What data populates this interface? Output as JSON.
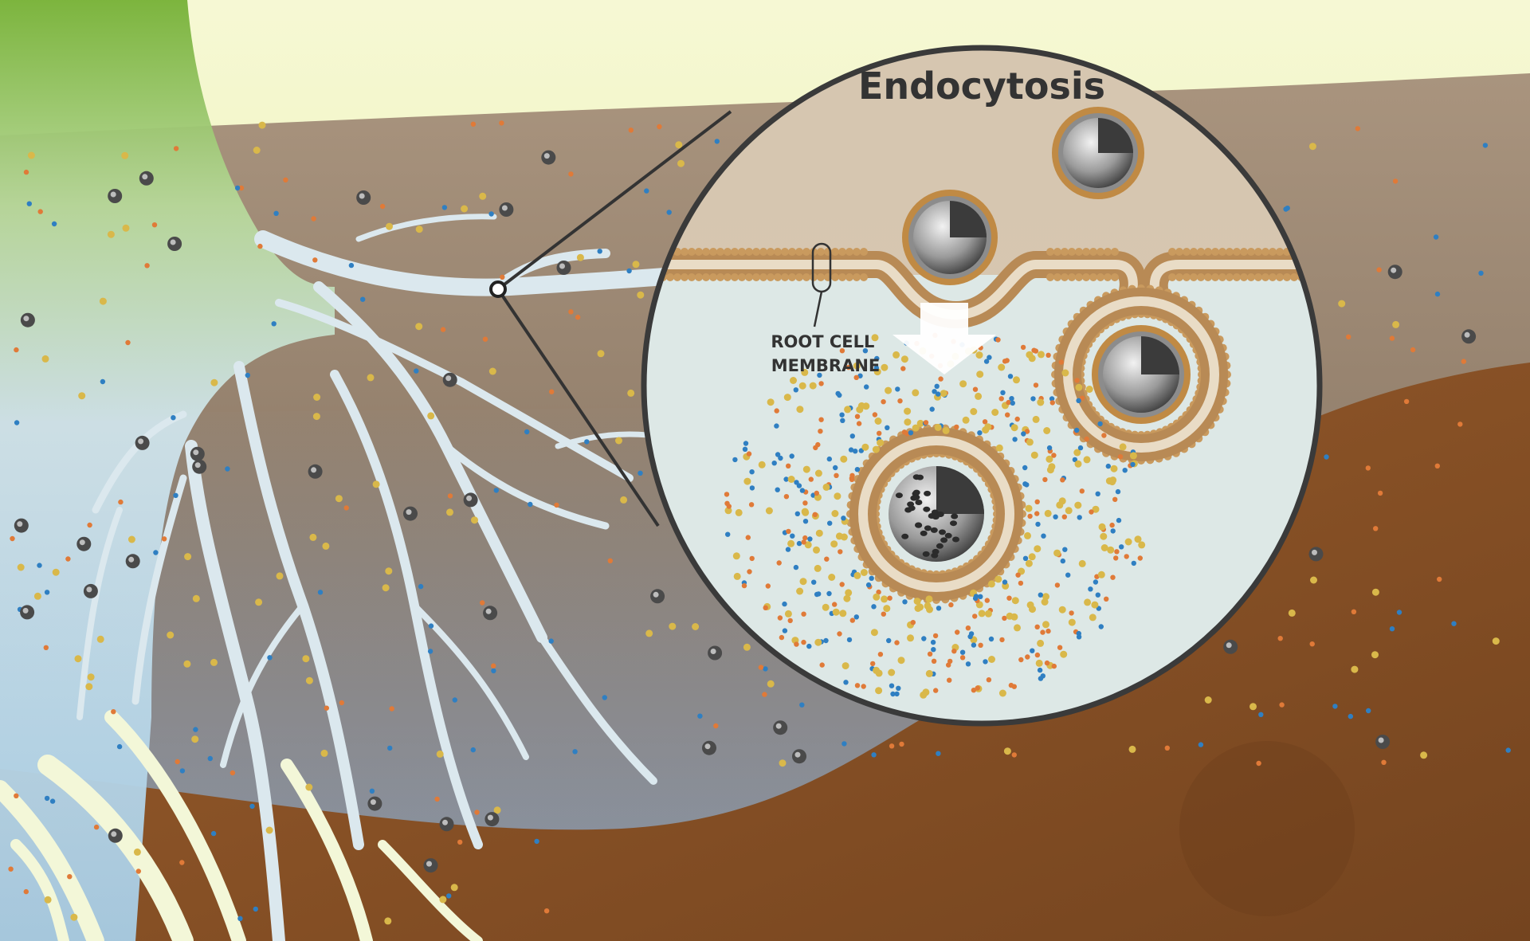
{
  "diagram": {
    "title": "Endocytosis",
    "label_lines": [
      "ROOT CELL",
      "MEMBRANE"
    ]
  },
  "colors": {
    "sky_top": "#f4f7cc",
    "sky_bottom": "#e4ef9c",
    "soil_upper": "#a08c78",
    "soil_lower": "#7f6c5c",
    "soil_blue_haze": "#8ea0b6",
    "earth_brown": "#8a5428",
    "earth_brown_dark": "#6e3f1c",
    "root": "#dde9ef",
    "root_base_green": "#7bb43a",
    "root_base_blue": "#a9cde4",
    "lens_top": "#d6c6b0",
    "lens_bottom": "#dde7e6",
    "lens_border": "#3a3a3a",
    "membrane_head": "#c99a5e",
    "membrane_tail": "#b07f45",
    "particle_orange": "#e07a38",
    "particle_blue": "#2f7fc2",
    "particle_yellow": "#d9b84a",
    "nanoparticle": "#4a4a4a",
    "label_text": "#333333"
  }
}
